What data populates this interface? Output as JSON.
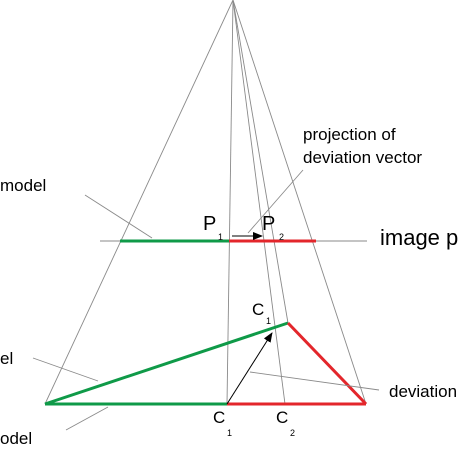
{
  "labels": {
    "projection_line1": "projection of",
    "projection_line2": "deviation vector",
    "image_plane": "image p",
    "model_top": "model",
    "el_left": "el",
    "deviation": "deviation",
    "model_bottom": "odel"
  },
  "points": {
    "p1": {
      "main": "P",
      "sub": "1"
    },
    "p2": {
      "main": "P",
      "sub": "2"
    },
    "c1": {
      "main": "C",
      "sub": "1"
    },
    "c1_top": {
      "main": "C",
      "sub": "1"
    },
    "c2": {
      "main": "C",
      "sub": "2"
    }
  },
  "colors": {
    "green": "#0f9a48",
    "red": "#e3262b",
    "gray": "#8a8a8a",
    "black": "#000000"
  }
}
